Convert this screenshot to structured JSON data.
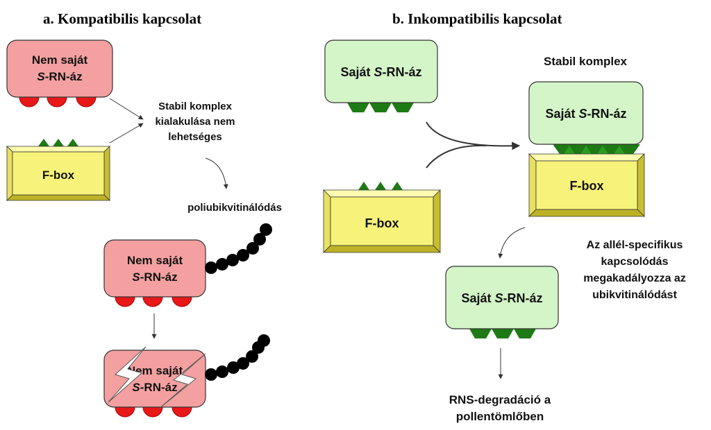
{
  "panels": {
    "a": {
      "title": "a. Kompatibilis kapcsolat"
    },
    "b": {
      "title": "b. Inkompatibilis kapcsolat"
    }
  },
  "labels": {
    "nem_sajat_line1": "Nem saját",
    "srnaz_italic": "S",
    "srnaz_rest": "-RN-áz",
    "sajat_prefix": "Saját ",
    "fbox": "F-box",
    "a_note_1": "Stabil komplex",
    "a_note_2": "kialakulása nem",
    "a_note_3": "lehetséges",
    "poliubikvitin": "poliubikvitinálódás",
    "stabil_komplex": "Stabil komplex",
    "b_note_1": "Az allél-specifikus",
    "b_note_2": "kapcsolódás",
    "b_note_3": "megakadályozza az",
    "b_note_4": "ubikvitinálódást",
    "rns_1": "RNS-degradáció a",
    "rns_2": "pollentömlőben"
  },
  "colors": {
    "red_box": "#f4a0a0",
    "red_knob": "#e81818",
    "green_box": "#d4f5c8",
    "green_tooth": "#1e7a14",
    "yellow_box": "#f7f27a",
    "yellow_bevel": "#d9d040"
  }
}
